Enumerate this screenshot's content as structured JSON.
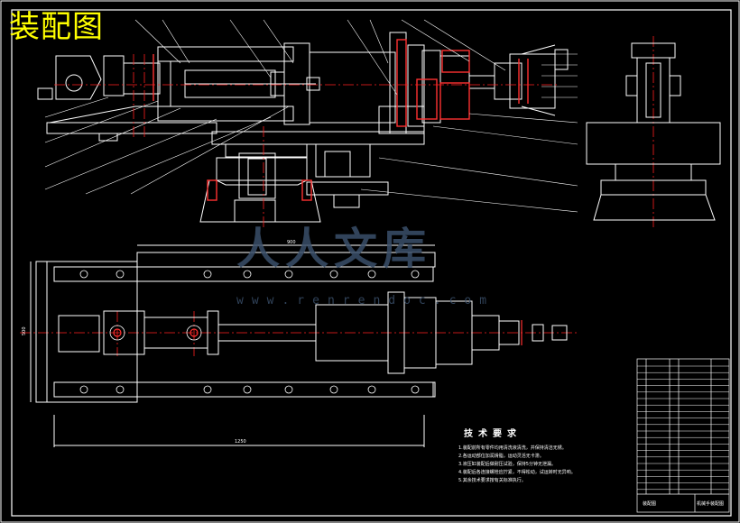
{
  "drawing": {
    "title": "装配图",
    "watermark": {
      "text": "人人文库",
      "url": "www.renrendoc.com"
    },
    "tech_requirements": {
      "heading": "技术要求",
      "lines": [
        "1.装配前所有零件均用清洗液清洗，并保持清洁无锈。",
        "2.各运动部位加润滑脂，运动灵活无卡滞。",
        "3.液压缸装配后做耐压试验，保持5分钟无泄漏。",
        "4.装配后各连接螺栓应拧紧，不得松动，试运转时无异响。",
        "5.其余技术要求按有关标准执行。"
      ]
    },
    "dimensions": {
      "top_length": "900",
      "bottom_length": "1250",
      "side_height": "500"
    },
    "title_block": {
      "drawing_name": "机械手装配图",
      "sheet_label": "装配图"
    }
  },
  "colors": {
    "line": "#ffffff",
    "center": "#ff2020",
    "body": "#ff3030",
    "title": "#ffff00",
    "frame": "#ffffff",
    "watermark": "#3a4f6a"
  }
}
